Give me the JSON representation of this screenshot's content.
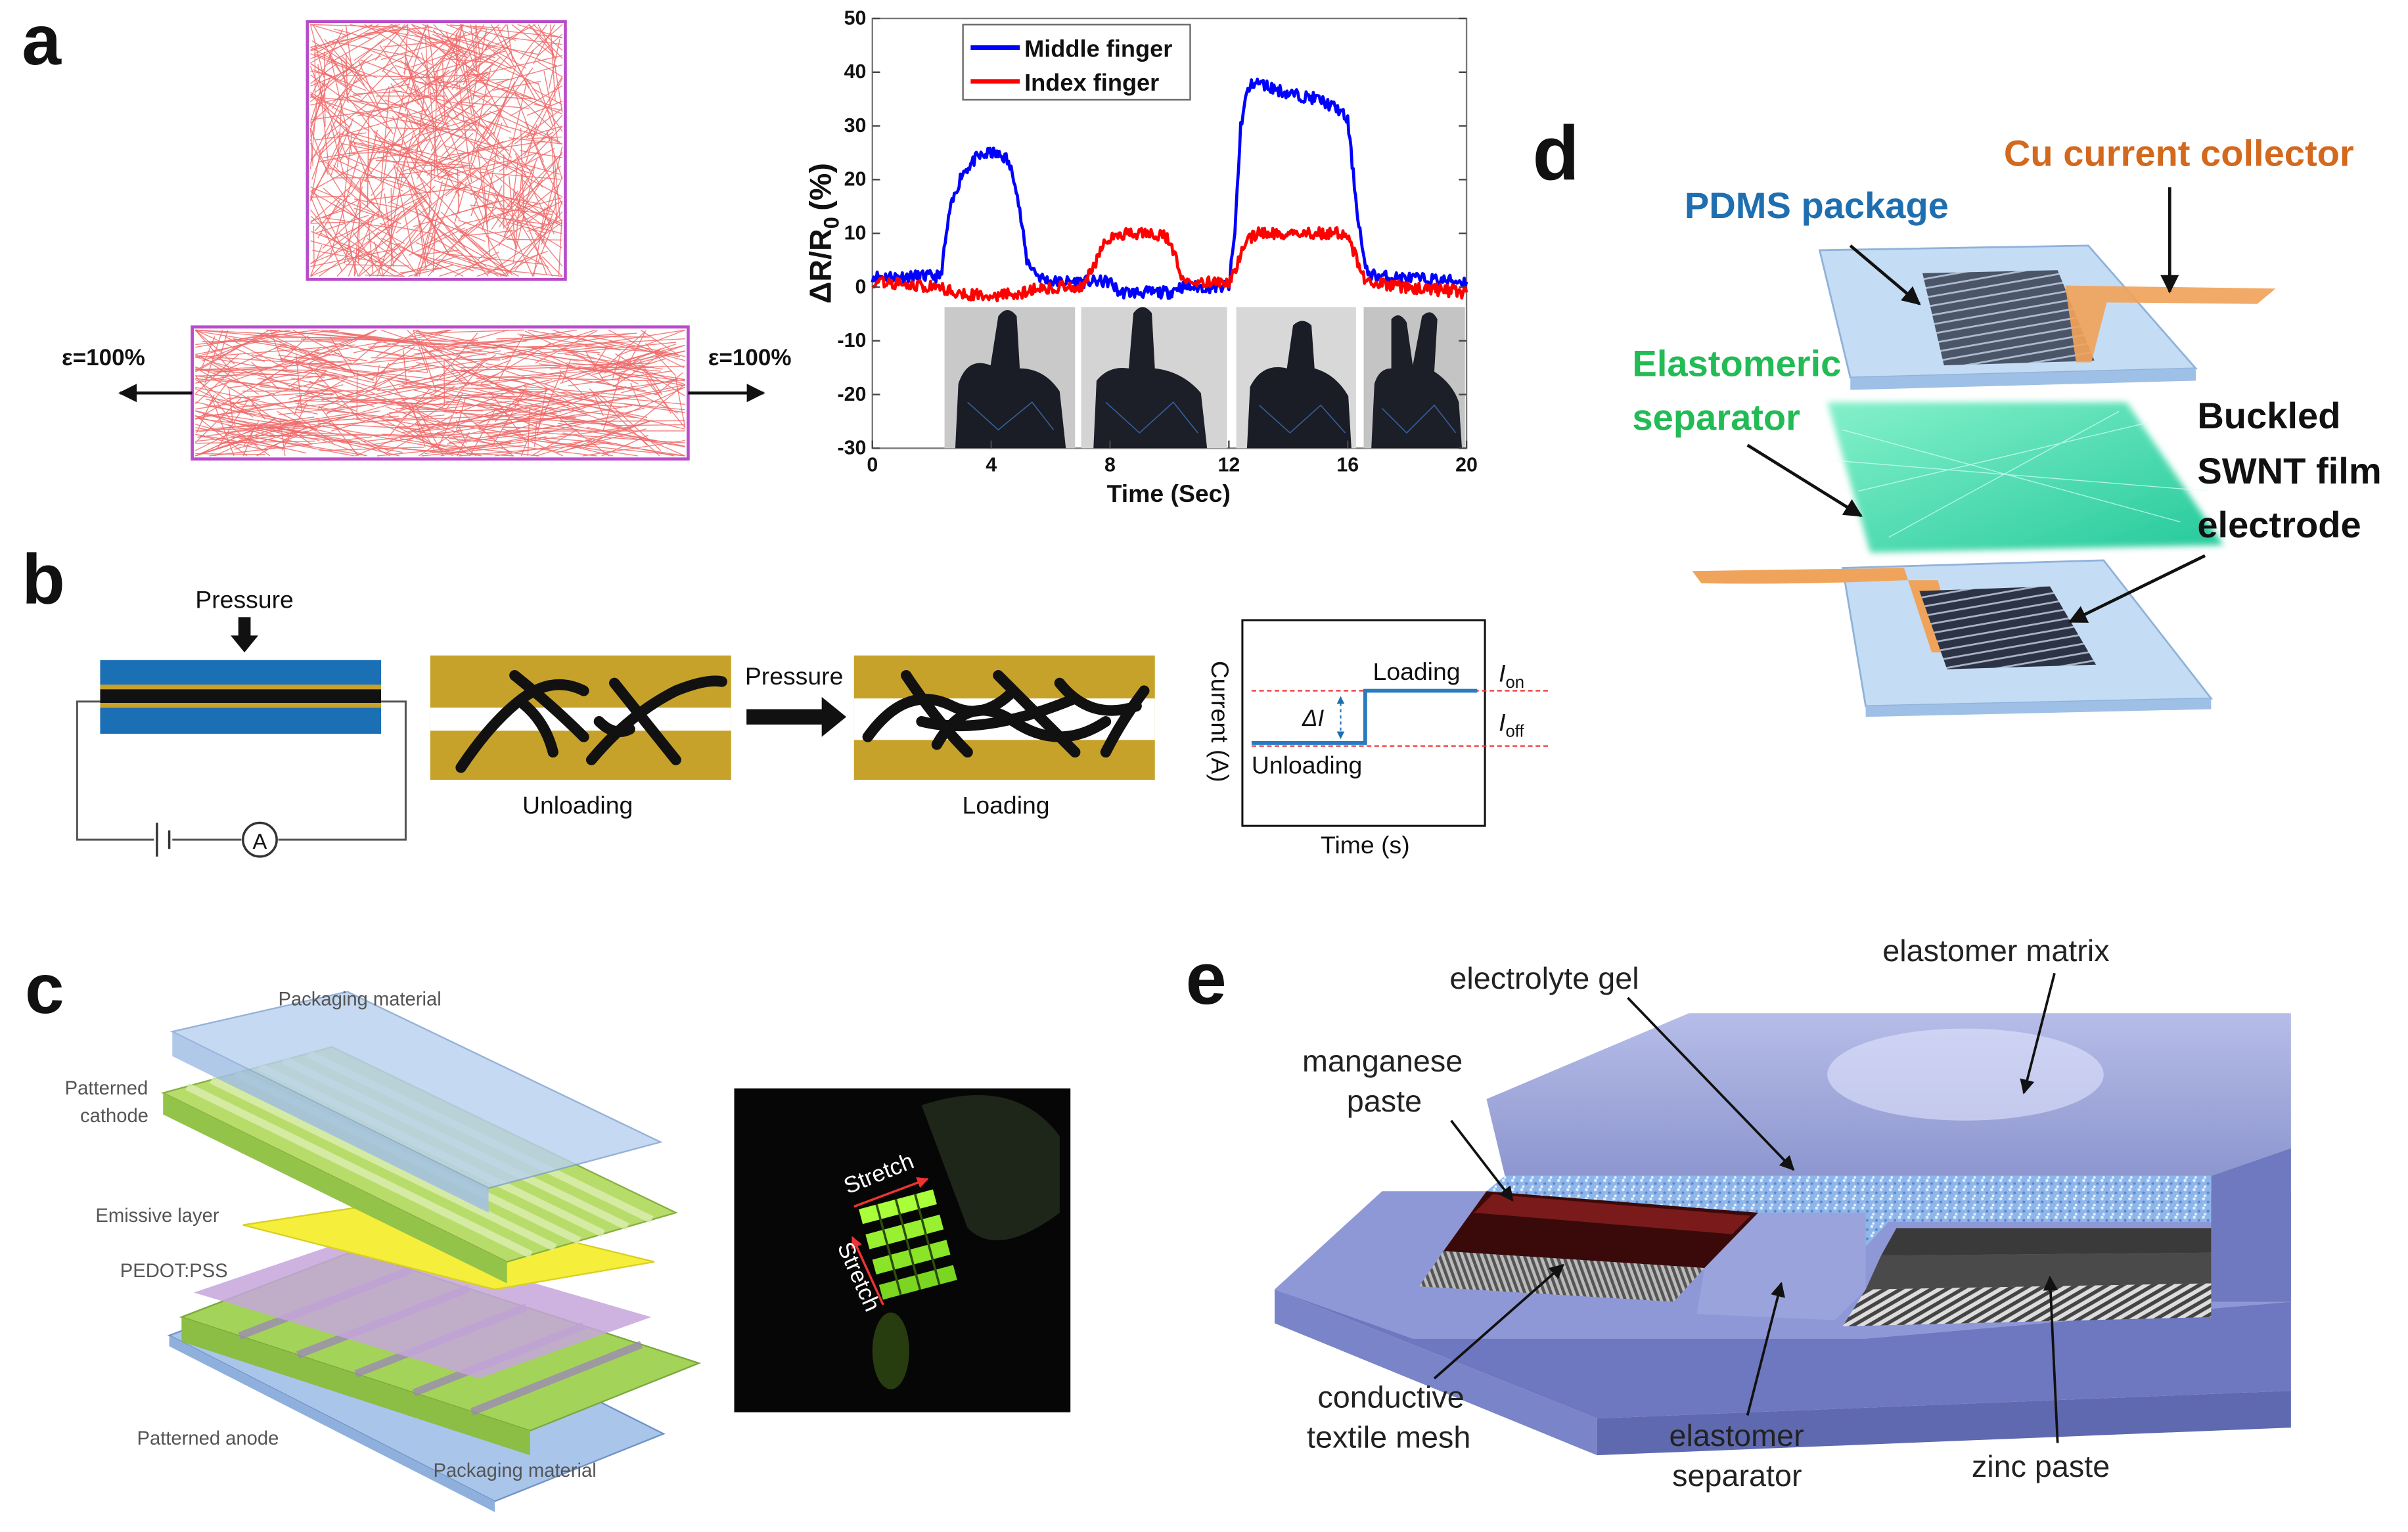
{
  "panels": {
    "a": {
      "letter": "a",
      "strain_left": "ε=100%",
      "strain_right": "ε=100%"
    },
    "b": {
      "letter": "b",
      "pressure_top": "Pressure",
      "pressure_mid": "Pressure",
      "ammeter": "A",
      "unloading": "Unloading",
      "loading": "Loading",
      "graph_loading": "Loading",
      "graph_unloading": "Unloading",
      "delta_i": "ΔI",
      "i_on_main": "I",
      "i_on_sub": "on",
      "i_off_main": "I",
      "i_off_sub": "off",
      "ylabel": "Current (A)",
      "xlabel": "Time (s)"
    },
    "c": {
      "letter": "c",
      "packaging_top": "Packaging material",
      "patterned_cathode_1": "Patterned",
      "patterned_cathode_2": "cathode",
      "emissive": "Emissive layer",
      "pedot": "PEDOT:PSS",
      "patterned_anode": "Patterned anode",
      "packaging_bottom": "Packaging material",
      "stretch_1": "Stretch",
      "stretch_2": "Stretch"
    },
    "d": {
      "letter": "d",
      "pdms": "PDMS package",
      "cu": "Cu current collector",
      "elastomeric_1": "Elastomeric",
      "elastomeric_2": "separator",
      "buckled_1": "Buckled",
      "buckled_2": "SWNT film",
      "buckled_3": "electrode",
      "colors": {
        "pdms": "#1f6fb0",
        "cu": "#d2691e",
        "elastomeric": "#22bb55"
      }
    },
    "e": {
      "letter": "e",
      "electrolyte": "electrolyte gel",
      "elastomer_matrix": "elastomer matrix",
      "manganese_1": "manganese",
      "manganese_2": "paste",
      "textile_1": "conductive",
      "textile_2": "textile mesh",
      "separator_1": "elastomer",
      "separator_2": "separator",
      "zinc": "zinc paste"
    }
  },
  "chart_data": {
    "type": "line",
    "xlabel": "Time (Sec)",
    "ylabel_main": "ΔR/R",
    "ylabel_sub": "0",
    "ylabel_unit": "(%)",
    "xlim": [
      0,
      20
    ],
    "ylim": [
      -30,
      50
    ],
    "xticks": [
      "0",
      "4",
      "8",
      "12",
      "16",
      "20"
    ],
    "yticks": [
      "50",
      "40",
      "30",
      "20",
      "10",
      "0",
      "-10",
      "-20",
      "-30"
    ],
    "grid": false,
    "legend_position": "top-left",
    "series": [
      {
        "name": "Middle finger",
        "color": "#0000ff",
        "x": [
          0,
          2.3,
          2.6,
          3.0,
          3.5,
          4.0,
          4.5,
          4.8,
          5.2,
          5.6,
          6.0,
          8,
          8.3,
          10,
          10.3,
          12,
          12.2,
          12.4,
          12.6,
          12.8,
          13.0,
          14,
          15,
          15.7,
          16.0,
          16.3,
          16.6,
          17,
          20
        ],
        "values": [
          2,
          2,
          14,
          21,
          24,
          25,
          24,
          20,
          5,
          2,
          1,
          1,
          -1,
          -1,
          0,
          0,
          10,
          30,
          36,
          38,
          38,
          36,
          35,
          33,
          31,
          15,
          3,
          2,
          1
        ]
      },
      {
        "name": "Index finger",
        "color": "#ff0000",
        "x": [
          0,
          2,
          3,
          4,
          5,
          6,
          7,
          7.4,
          7.8,
          8.5,
          9.5,
          10,
          10.4,
          11,
          12,
          12.2,
          12.6,
          13,
          14,
          15,
          16,
          16.3,
          16.6,
          18,
          20
        ],
        "values": [
          1,
          0,
          -1,
          -2,
          -1,
          0,
          0,
          3,
          9,
          10,
          10,
          9,
          2,
          1,
          1,
          3,
          9,
          10,
          10,
          10,
          10,
          5,
          1,
          0,
          -1
        ]
      }
    ]
  }
}
